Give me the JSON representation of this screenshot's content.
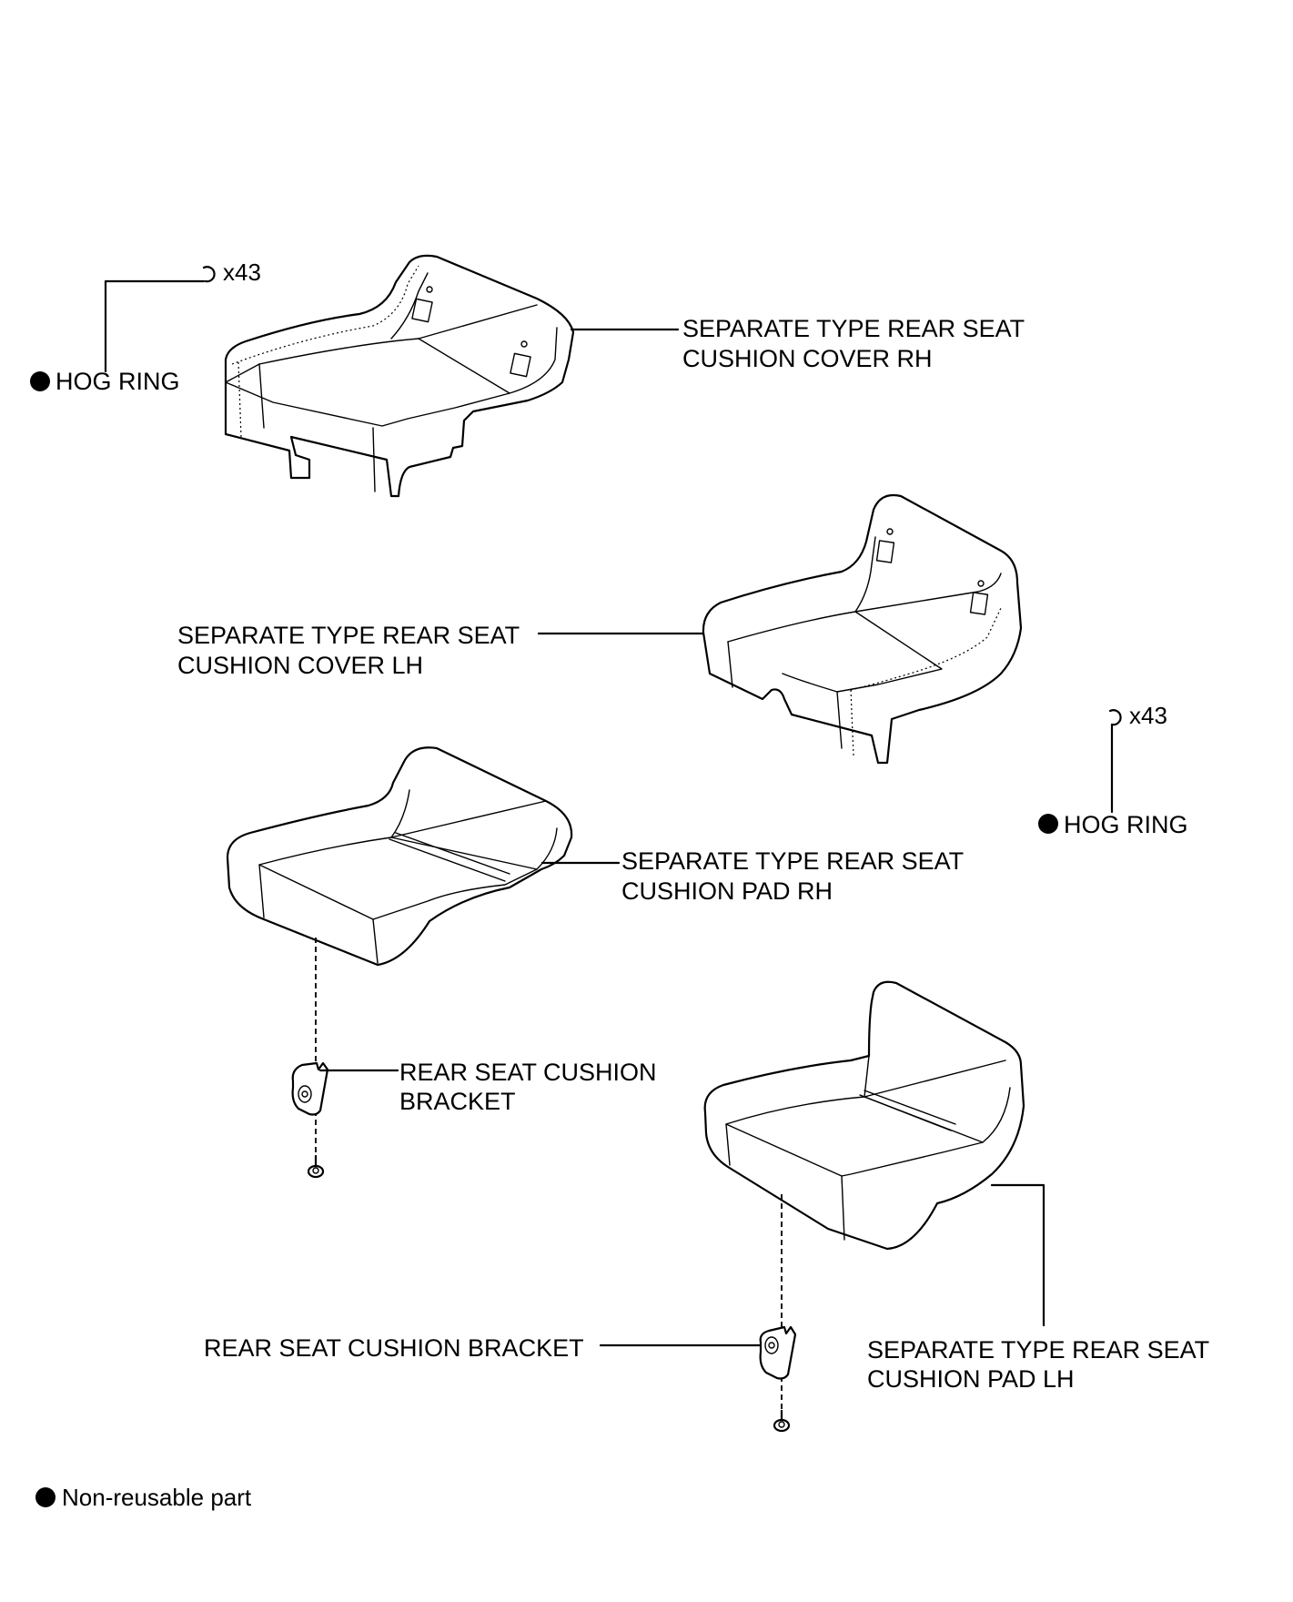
{
  "labels": {
    "cover_rh_line1": "SEPARATE TYPE REAR SEAT",
    "cover_rh_line2": "CUSHION COVER RH",
    "cover_lh_line1": "SEPARATE TYPE REAR SEAT",
    "cover_lh_line2": "CUSHION COVER LH",
    "pad_rh_line1": "SEPARATE TYPE REAR SEAT",
    "pad_rh_line2": "CUSHION PAD RH",
    "pad_lh_line1": "SEPARATE TYPE REAR SEAT",
    "pad_lh_line2": "CUSHION PAD LH",
    "bracket_upper_line1": "REAR SEAT CUSHION",
    "bracket_upper_line2": "BRACKET",
    "bracket_lower": "REAR SEAT CUSHION BRACKET",
    "hog_ring_left": "HOG RING",
    "hog_ring_left_qty": "x43",
    "hog_ring_right": "HOG RING",
    "hog_ring_right_qty": "x43"
  },
  "legend": {
    "symbol": "non-reusable-part-dot-icon",
    "text": "Non-reusable part"
  }
}
